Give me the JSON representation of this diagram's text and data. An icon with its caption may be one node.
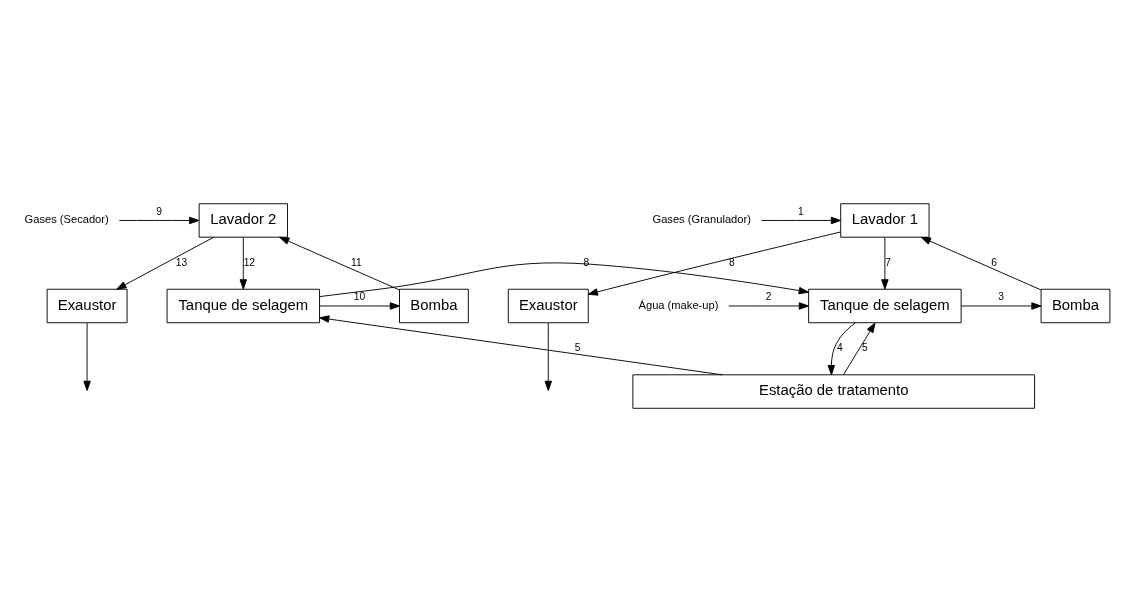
{
  "diagram": {
    "nodes": [
      {
        "text": [
          "Exaustor"
        ]
      },
      {
        "text": [
          "Exaustor"
        ]
      },
      {
        "text": [
          "Gases (Granulador)"
        ]
      },
      {
        "text": [
          "Lavador 1"
        ]
      },
      {
        "text": [
          "Gases (Secador)"
        ]
      },
      {
        "text": [
          "Lavador 2"
        ]
      },
      {
        "text": [
          "Água (make-up)"
        ]
      },
      {
        "text": [
          "Tanque de selagem"
        ]
      },
      {
        "text": [
          "Bomba"
        ]
      },
      {
        "text": [
          "Tanque de selagem"
        ]
      },
      {
        "text": [
          "Bomba"
        ]
      },
      {
        "text": [
          "Estação de tratamento"
        ]
      }
    ],
    "edges": [
      {
        "from": 3,
        "to": 0,
        "arrow": "to",
        "label": "8"
      },
      {
        "from": 0,
        "to": null,
        "arrow": "to"
      },
      {
        "from": 5,
        "to": 1,
        "arrow": "to",
        "label": "13"
      },
      {
        "from": 1,
        "to": null,
        "arrow": "to"
      },
      {
        "from": 2,
        "to": 3,
        "arrow": "to",
        "label": "1"
      },
      {
        "from": 4,
        "to": 5,
        "arrow": "to",
        "label": "9"
      },
      {
        "from": 3,
        "to": 7,
        "arrow": "to",
        "label": "7"
      },
      {
        "from": 8,
        "to": 3,
        "arrow": "to",
        "label": "6"
      },
      {
        "from": 5,
        "to": 9,
        "arrow": "to",
        "label": "12"
      },
      {
        "from": 10,
        "to": 5,
        "arrow": "to",
        "label": "11"
      },
      {
        "from": 6,
        "to": 7,
        "arrow": "to",
        "label": "2"
      },
      {
        "from": 7,
        "to": 8,
        "arrow": "to",
        "label": "3"
      },
      {
        "from": 9,
        "to": 10,
        "arrow": "to",
        "label": "10"
      },
      {
        "from": 9,
        "to": 7,
        "arrow": "to",
        "label": "8"
      },
      {
        "from": 7,
        "to": 11,
        "arrow": "to",
        "label": "4"
      },
      {
        "from": 11,
        "to": 7,
        "arrow": "to",
        "label": "5"
      },
      {
        "from": 11,
        "to": 9,
        "arrow": "to",
        "label": "5"
      }
    ]
  }
}
